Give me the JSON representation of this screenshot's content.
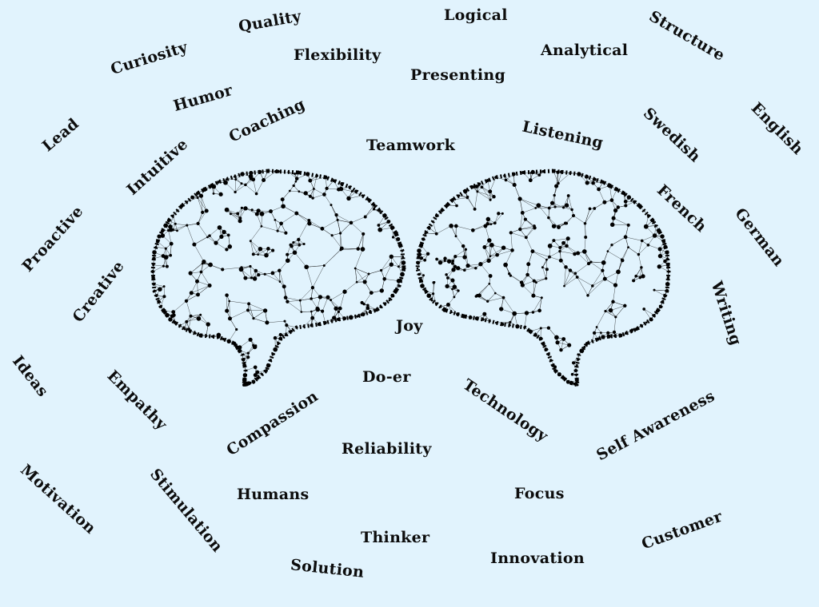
{
  "words": [
    {
      "id": "logical",
      "text": "Logical"
    },
    {
      "id": "quality",
      "text": "Quality"
    },
    {
      "id": "structure",
      "text": "Structure"
    },
    {
      "id": "curiosity",
      "text": "Curiosity"
    },
    {
      "id": "flexibility",
      "text": "Flexibility"
    },
    {
      "id": "analytical",
      "text": "Analytical"
    },
    {
      "id": "presenting",
      "text": "Presenting"
    },
    {
      "id": "humor",
      "text": "Humor"
    },
    {
      "id": "english",
      "text": "English"
    },
    {
      "id": "lead",
      "text": "Lead"
    },
    {
      "id": "coaching",
      "text": "Coaching"
    },
    {
      "id": "swedish",
      "text": "Swedish"
    },
    {
      "id": "listening",
      "text": "Listening"
    },
    {
      "id": "teamwork",
      "text": "Teamwork"
    },
    {
      "id": "intuitive",
      "text": "Intuitive"
    },
    {
      "id": "french",
      "text": "French"
    },
    {
      "id": "german",
      "text": "German"
    },
    {
      "id": "proactive",
      "text": "Proactive"
    },
    {
      "id": "creative",
      "text": "Creative"
    },
    {
      "id": "writing",
      "text": "Writing"
    },
    {
      "id": "joy",
      "text": "Joy"
    },
    {
      "id": "ideas",
      "text": "Ideas"
    },
    {
      "id": "do-er",
      "text": "Do-er"
    },
    {
      "id": "empathy",
      "text": "Empathy"
    },
    {
      "id": "technology",
      "text": "Technology"
    },
    {
      "id": "self-awareness",
      "text": "Self Awareness"
    },
    {
      "id": "compassion",
      "text": "Compassion"
    },
    {
      "id": "reliability",
      "text": "Reliability"
    },
    {
      "id": "motivation",
      "text": "Motivation"
    },
    {
      "id": "stimulation",
      "text": "Stimulation"
    },
    {
      "id": "humans",
      "text": "Humans"
    },
    {
      "id": "focus",
      "text": "Focus"
    },
    {
      "id": "customer",
      "text": "Customer"
    },
    {
      "id": "thinker",
      "text": "Thinker"
    },
    {
      "id": "innovation",
      "text": "Innovation"
    },
    {
      "id": "solution",
      "text": "Solution"
    }
  ],
  "colors": {
    "background": "#e1f3fd",
    "text": "#0d0d0d",
    "brain": "#000000"
  },
  "icons": {
    "left_brain": "brain-network-icon",
    "right_brain": "brain-network-icon"
  }
}
